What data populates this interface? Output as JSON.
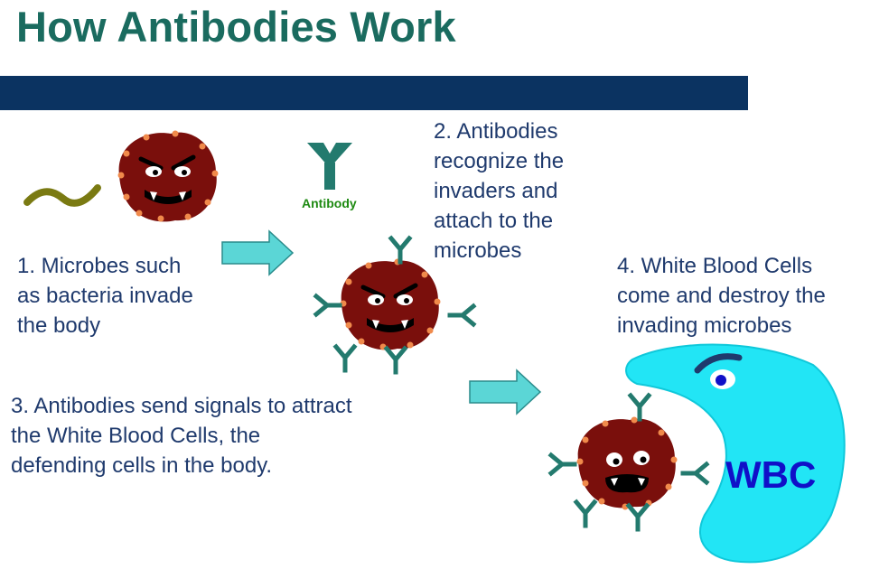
{
  "title": "How Antibodies Work",
  "steps": {
    "step1": "1. Microbes such\nas bacteria invade\nthe body",
    "step2": "2. Antibodies\nrecognize the\ninvaders and\nattach to the\nmicrobes",
    "step3": "3. Antibodies send signals to attract\nthe White Blood Cells, the\ndefending cells in the body.",
    "step4": "4. White Blood Cells\ncome and destroy the\ninvading microbes"
  },
  "labels": {
    "antibody": "Antibody",
    "antibody_symbol": "Y",
    "wbc": "WBC"
  },
  "colors": {
    "title": "#1a6b5f",
    "bar": "#0b3361",
    "text": "#1f3a6d",
    "antibody": "#237a6e",
    "antibody_label": "#1e8a12",
    "microbe": "#7a0f0c",
    "spot": "#f08a4b",
    "bacteria": "#7a7a12",
    "arrow": "#5bd6d6",
    "wbc_body": "#22e5f5",
    "wbc_text": "#1010c8"
  }
}
